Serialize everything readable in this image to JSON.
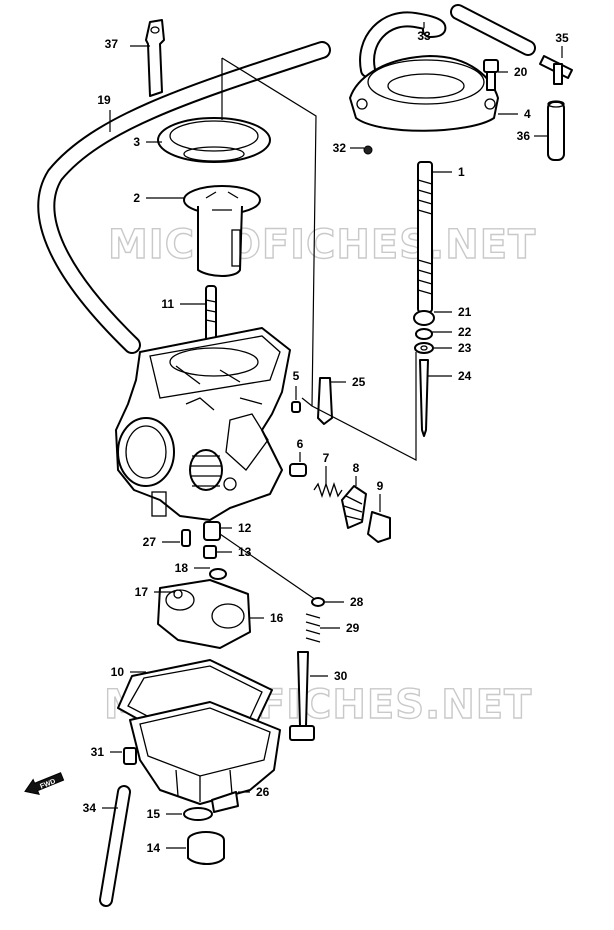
{
  "watermark": "MICROFICHES.NET",
  "fwd_label": "FWD",
  "callouts": [
    {
      "id": "37",
      "text": "37"
    },
    {
      "id": "19",
      "text": "19"
    },
    {
      "id": "3",
      "text": "3"
    },
    {
      "id": "2",
      "text": "2"
    },
    {
      "id": "11",
      "text": "11"
    },
    {
      "id": "33",
      "text": "33"
    },
    {
      "id": "20",
      "text": "20"
    },
    {
      "id": "35",
      "text": "35"
    },
    {
      "id": "4",
      "text": "4"
    },
    {
      "id": "36",
      "text": "36"
    },
    {
      "id": "32",
      "text": "32"
    },
    {
      "id": "1",
      "text": "1"
    },
    {
      "id": "21",
      "text": "21"
    },
    {
      "id": "22",
      "text": "22"
    },
    {
      "id": "23",
      "text": "23"
    },
    {
      "id": "24",
      "text": "24"
    },
    {
      "id": "5",
      "text": "5"
    },
    {
      "id": "25",
      "text": "25"
    },
    {
      "id": "6",
      "text": "6"
    },
    {
      "id": "7",
      "text": "7"
    },
    {
      "id": "8",
      "text": "8"
    },
    {
      "id": "9",
      "text": "9"
    },
    {
      "id": "12",
      "text": "12"
    },
    {
      "id": "27",
      "text": "27"
    },
    {
      "id": "13",
      "text": "13"
    },
    {
      "id": "18",
      "text": "18"
    },
    {
      "id": "17",
      "text": "17"
    },
    {
      "id": "16",
      "text": "16"
    },
    {
      "id": "28",
      "text": "28"
    },
    {
      "id": "29",
      "text": "29"
    },
    {
      "id": "10",
      "text": "10"
    },
    {
      "id": "30",
      "text": "30"
    },
    {
      "id": "31",
      "text": "31"
    },
    {
      "id": "26",
      "text": "26"
    },
    {
      "id": "34",
      "text": "34"
    },
    {
      "id": "15",
      "text": "15"
    },
    {
      "id": "14",
      "text": "14"
    }
  ]
}
